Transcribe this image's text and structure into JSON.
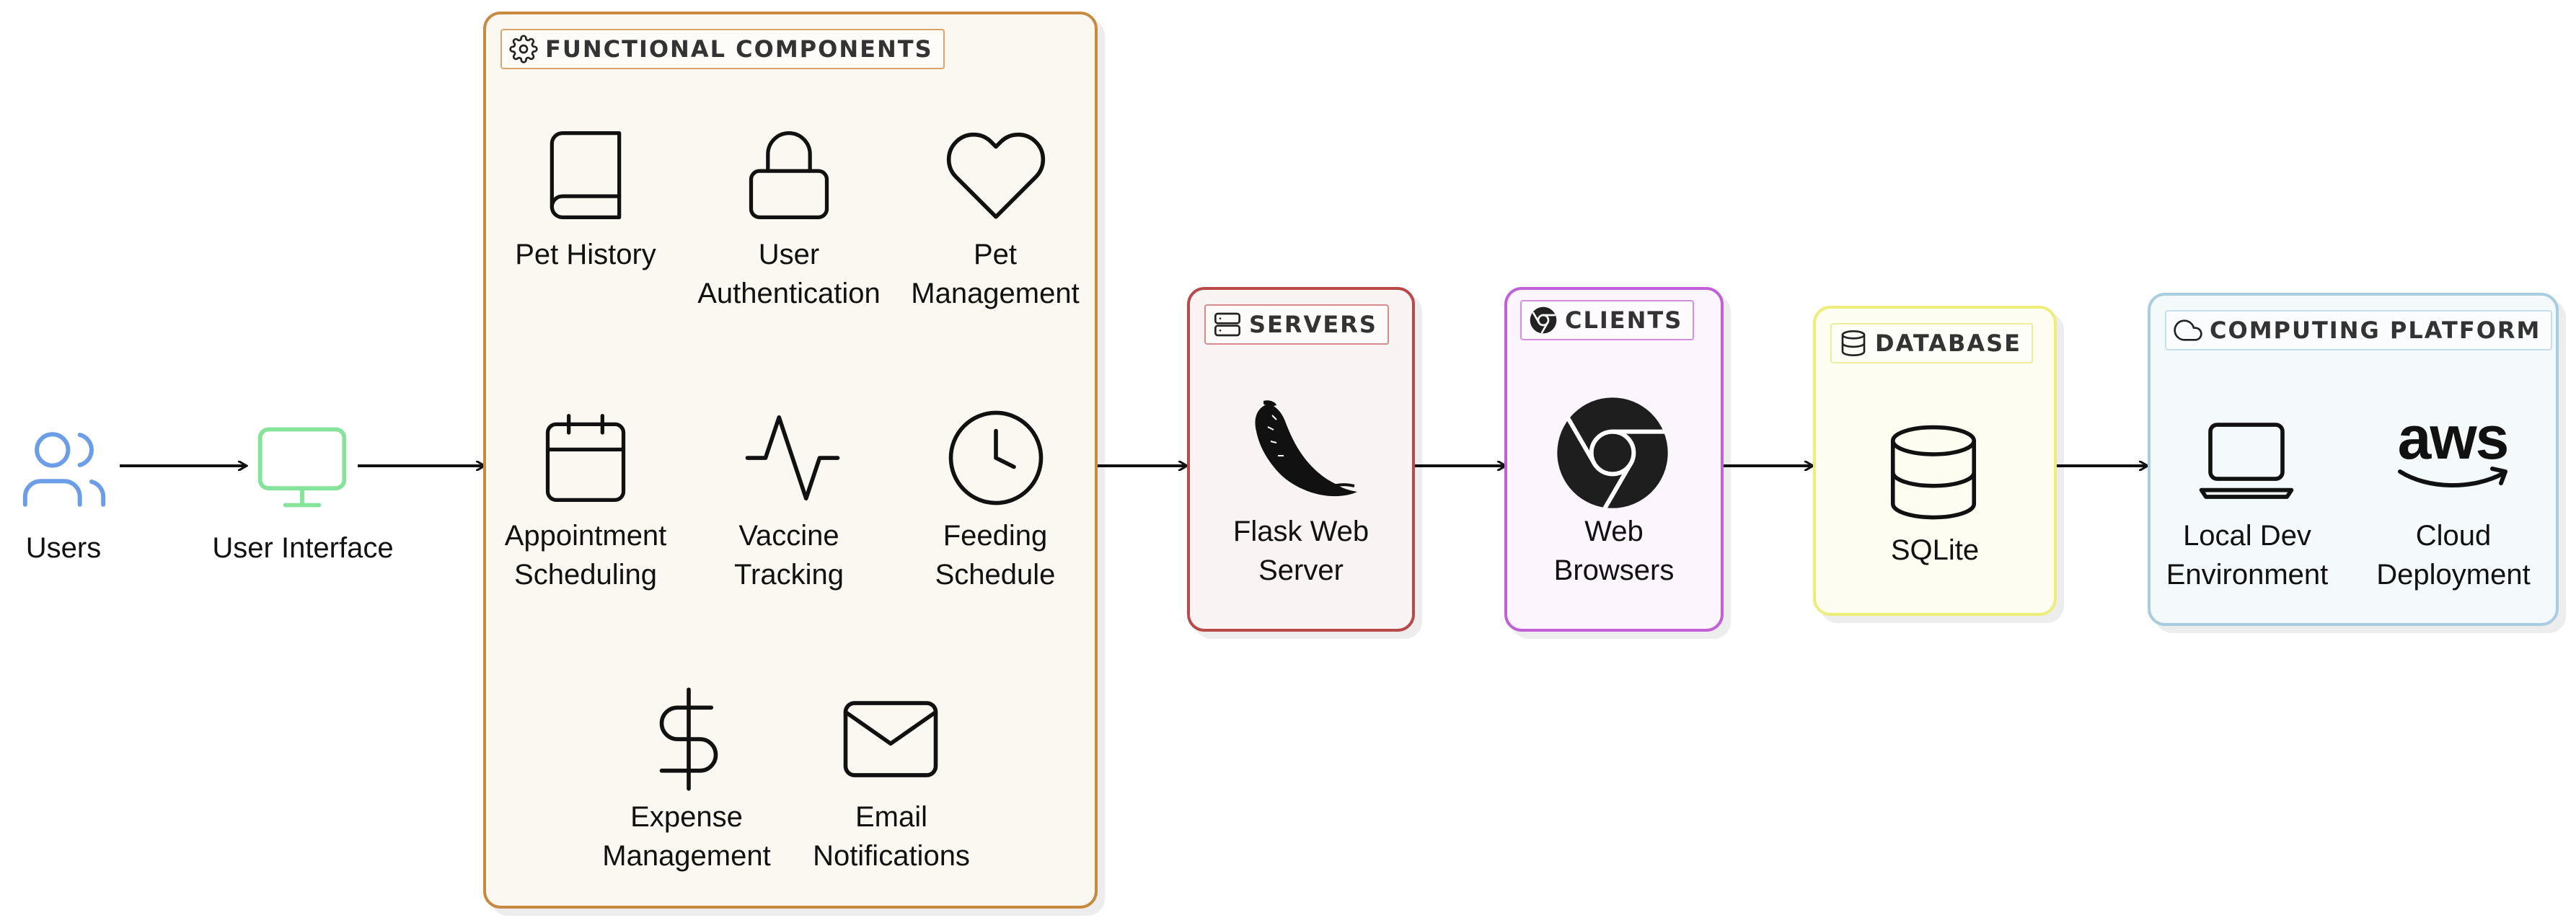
{
  "actors": {
    "users": {
      "label": "Users",
      "icon": "users-icon",
      "color": "#6c9ee8"
    },
    "ui": {
      "label": "User Interface",
      "icon": "monitor-icon",
      "color": "#86e39a"
    }
  },
  "groups": {
    "functional": {
      "title": "FUNCTIONAL COMPONENTS",
      "icon": "gear-icon",
      "border": "#c88a3e",
      "fill": "#fbf8f1",
      "items": [
        {
          "label": "Pet History",
          "icon": "book-icon"
        },
        {
          "label": "User\nAuthentication",
          "icon": "lock-icon"
        },
        {
          "label": "Pet\nManagement",
          "icon": "heart-icon"
        },
        {
          "label": "Appointment\nScheduling",
          "icon": "calendar-icon"
        },
        {
          "label": "Vaccine\nTracking",
          "icon": "activity-icon"
        },
        {
          "label": "Feeding\nSchedule",
          "icon": "clock-icon"
        },
        {
          "label": "Expense\nManagement",
          "icon": "dollar-icon"
        },
        {
          "label": "Email\nNotifications",
          "icon": "mail-icon"
        }
      ]
    },
    "servers": {
      "title": "SERVERS",
      "icon": "server-icon",
      "border": "#b94a4a",
      "fill": "#faf3f3",
      "items": [
        {
          "label": "Flask Web\nServer",
          "icon": "flask-logo"
        }
      ]
    },
    "clients": {
      "title": "CLIENTS",
      "icon": "chrome-icon",
      "border": "#c260d8",
      "fill": "#fcf5fd",
      "items": [
        {
          "label": "Web\nBrowsers",
          "icon": "chrome-logo"
        }
      ]
    },
    "database": {
      "title": "DATABASE",
      "icon": "database-icon",
      "border": "#eded7a",
      "fill": "#fdfdf2",
      "items": [
        {
          "label": "SQLite",
          "icon": "database-icon"
        }
      ]
    },
    "platform": {
      "title": "COMPUTING PLATFORM",
      "icon": "cloud-icon",
      "border": "#a9cde0",
      "fill": "#f4f9fb",
      "items": [
        {
          "label": "Local Dev\nEnvironment",
          "icon": "laptop-icon"
        },
        {
          "label": "Cloud\nDeployment",
          "icon": "aws-logo",
          "logo_text": "aws"
        }
      ]
    }
  }
}
